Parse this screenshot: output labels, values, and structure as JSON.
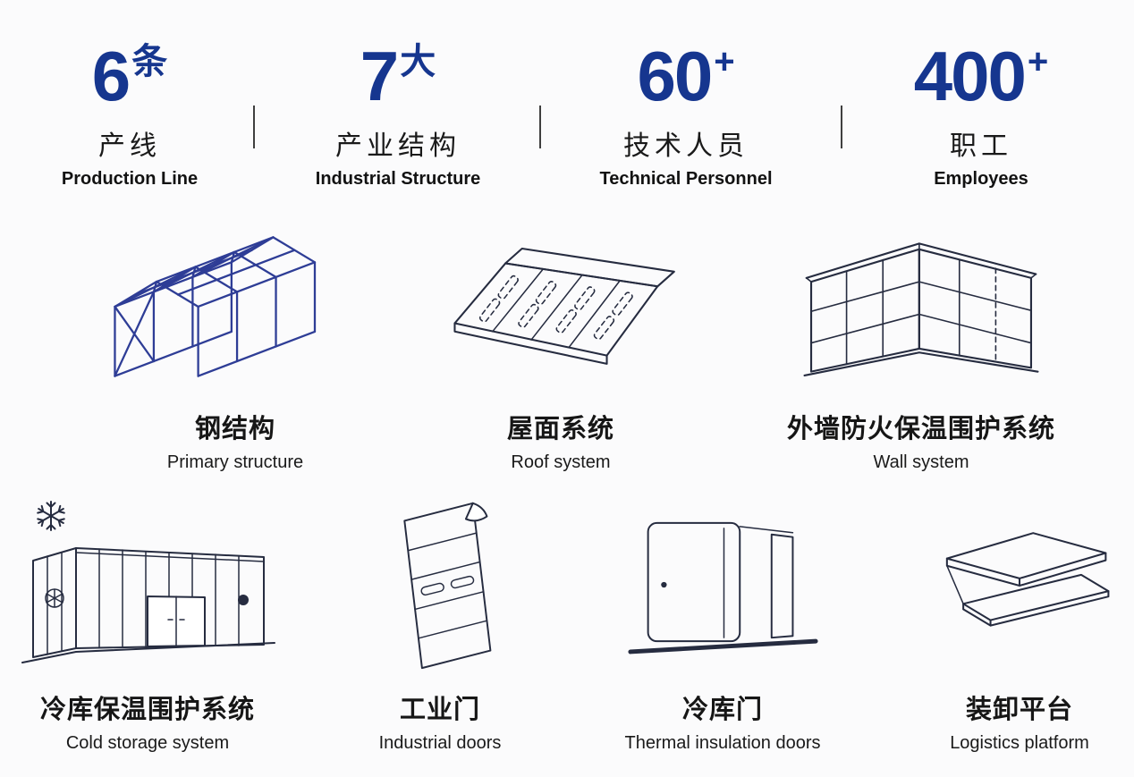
{
  "colors": {
    "accent": "#16368F",
    "ink": "#141414",
    "line": "#262C40",
    "steel": "#2E3D96"
  },
  "stats": {
    "items": [
      {
        "value": "6",
        "unit": "条",
        "label_zh": "产线",
        "label_en": "Production Line"
      },
      {
        "value": "7",
        "unit": "大",
        "label_zh": "产业结构",
        "label_en": "Industrial Structure"
      },
      {
        "value": "60",
        "unit": "+",
        "label_zh": "技术人员",
        "label_en": "Technical Personnel"
      },
      {
        "value": "400",
        "unit": "+",
        "label_zh": "职工",
        "label_en": "Employees"
      }
    ]
  },
  "products": {
    "row1": [
      {
        "icon": "steel-structure-icon",
        "label_zh": "钢结构",
        "label_en": "Primary structure"
      },
      {
        "icon": "roof-system-icon",
        "label_zh": "屋面系统",
        "label_en": "Roof system"
      },
      {
        "icon": "wall-system-icon",
        "label_zh": "外墙防火保温围护系统",
        "label_en": "Wall system"
      }
    ],
    "row2": [
      {
        "icon": "cold-storage-icon",
        "label_zh": "冷库保温围护系统",
        "label_en": "Cold storage system"
      },
      {
        "icon": "industrial-door-icon",
        "label_zh": "工业门",
        "label_en": "Industrial doors"
      },
      {
        "icon": "insulation-door-icon",
        "label_zh": "冷库门",
        "label_en": "Thermal insulation doors"
      },
      {
        "icon": "dock-platform-icon",
        "label_zh": "装卸平台",
        "label_en": "Logistics platform"
      }
    ]
  }
}
